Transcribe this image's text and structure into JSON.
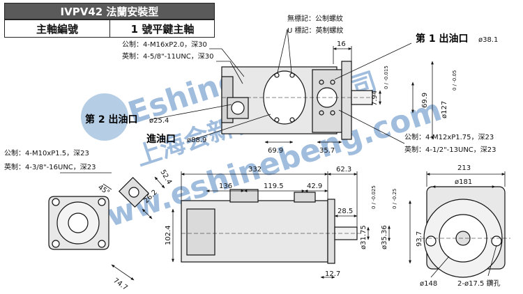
{
  "header": {
    "title": "IVPV42 法蘭安裝型",
    "col_left": "主軸編號",
    "col_right": "1 號平鍵主軸"
  },
  "legend": {
    "unmarked": "無標記：公制螺紋",
    "u_mark": "U 標記：英制螺紋"
  },
  "labels": {
    "outlet1": "第 1 出油口",
    "outlet1_dim": "ø38.1",
    "outlet2": "第 2 出油口",
    "outlet2_dim": "ø25.4",
    "inlet": "進油口",
    "inlet_dim": "ø88.9",
    "thread_top_metric": "公制：4-M16xP2.0，深30",
    "thread_top_inch": "英制：4-5/8\"-11UNC，深30",
    "thread_right_metric": "公制：4-M12xP1.75，深23",
    "thread_right_inch": "英制：4-1/2\"-13UNC，深23",
    "thread_left_metric": "公制：4-M10xP1.5，深23",
    "thread_left_inch": "英制：4-3/8\"-16UNC，深23",
    "mounting_holes": "2-ø17.5 鑽孔"
  },
  "dims": {
    "d16": "16",
    "d7_94": "7.94",
    "d7_94_tol": "0 / -0.015",
    "d69_9_v": "69.9",
    "d127": "ø127",
    "d127_tol": "0 / -0.05",
    "d69_9_h": "69.9",
    "d35_7": "35.7",
    "d332": "332",
    "d62_3": "62.3",
    "d136": "136",
    "d119_5": "119.5",
    "d42_9": "42.9",
    "d28_5": "28.5",
    "d31_75": "ø31.75",
    "d31_75_tol": "0 / -0.025",
    "d35_36": "ø35.36",
    "d35_36_tol": "0 / -0.25",
    "d93_7": "93.7",
    "d102_4": "102.4",
    "d12_7": "12.7",
    "d52_4": "52.4",
    "d26_2": "26.2",
    "d45": "45°",
    "d74_7": "74.7",
    "d213": "213",
    "d181": "ø181",
    "d148": "ø148"
  },
  "watermark": {
    "brand": "Eshine",
    "sub": "上海会新机械有限公司",
    "url": "www.eshinebeng.com"
  },
  "colors": {
    "line": "#111111",
    "body_fill": "#e8e8e8",
    "header_fill": "#5a5a5a",
    "watermark": "#2f6fb8"
  }
}
